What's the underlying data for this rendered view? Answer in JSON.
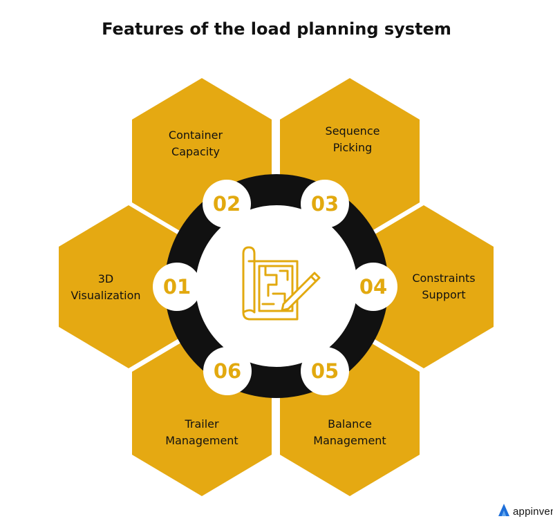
{
  "title": "Features of the load planning system",
  "features": [
    {
      "number": "01",
      "line1": "3D",
      "line2": "Visualization"
    },
    {
      "number": "02",
      "line1": "Container",
      "line2": "Capacity"
    },
    {
      "number": "03",
      "line1": "Sequence",
      "line2": "Picking"
    },
    {
      "number": "04",
      "line1": "Constraints",
      "line2": "Support"
    },
    {
      "number": "05",
      "line1": "Balance",
      "line2": "Management"
    },
    {
      "number": "06",
      "line1": "Trailer",
      "line2": "Management"
    }
  ],
  "brand": {
    "name": "appinventiv"
  },
  "colors": {
    "hexagon": "#E5A912",
    "ring": "#111111",
    "number": "#E2A90F",
    "white": "#ffffff"
  },
  "icons": {
    "center": "blueprint-pencil-icon",
    "logo": "appinventiv-logo-icon"
  }
}
